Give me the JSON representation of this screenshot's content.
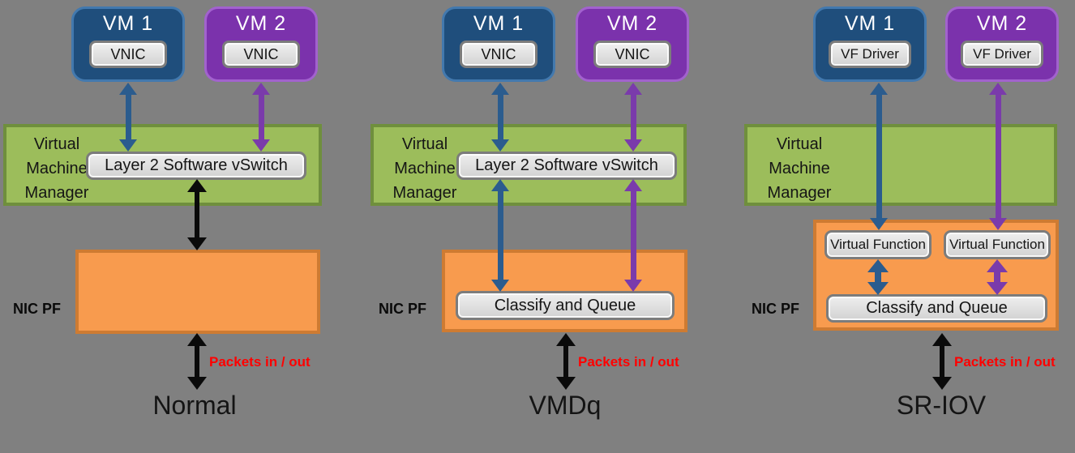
{
  "colors": {
    "background": "#808080",
    "vm1_fill": "#1F4E7C",
    "vm1_border": "#4379AE",
    "vm2_fill": "#7B32AC",
    "vm2_border": "#A262CE",
    "green_fill": "#9CBD5B",
    "green_border": "#6F8F3D",
    "orange_fill": "#F89B4E",
    "orange_border": "#CE7B32",
    "gray_border": "#7C7C7C",
    "arrow_blue": "#2B5C8E",
    "arrow_purple": "#7A3BAB",
    "arrow_black": "#0A0A0A",
    "packets_red": "#FF0000"
  },
  "panels": [
    {
      "title": "Normal",
      "vm1_label": "VM 1",
      "vm1_inner": "VNIC",
      "vm2_label": "VM 2",
      "vm2_inner": "VNIC",
      "vmm_label": "Virtual Machine Manager",
      "vswitch_label": "Layer 2 Software vSwitch",
      "nic_label": "NIC PF",
      "packets_label": "Packets in / out"
    },
    {
      "title": "VMDq",
      "vm1_label": "VM 1",
      "vm1_inner": "VNIC",
      "vm2_label": "VM 2",
      "vm2_inner": "VNIC",
      "vmm_label": "Virtual Machine Manager",
      "vswitch_label": "Layer 2 Software vSwitch",
      "cq_label": "Classify and Queue",
      "nic_label": "NIC PF",
      "packets_label": "Packets in / out"
    },
    {
      "title": "SR-IOV",
      "vm1_label": "VM 1",
      "vm1_inner": "VF Driver",
      "vm2_label": "VM 2",
      "vm2_inner": "VF Driver",
      "vmm_label": "Virtual Machine Manager",
      "vf1_label": "Virtual Function",
      "vf2_label": "Virtual Function",
      "cq_label": "Classify and Queue",
      "nic_label": "NIC PF",
      "packets_label": "Packets in / out"
    }
  ]
}
